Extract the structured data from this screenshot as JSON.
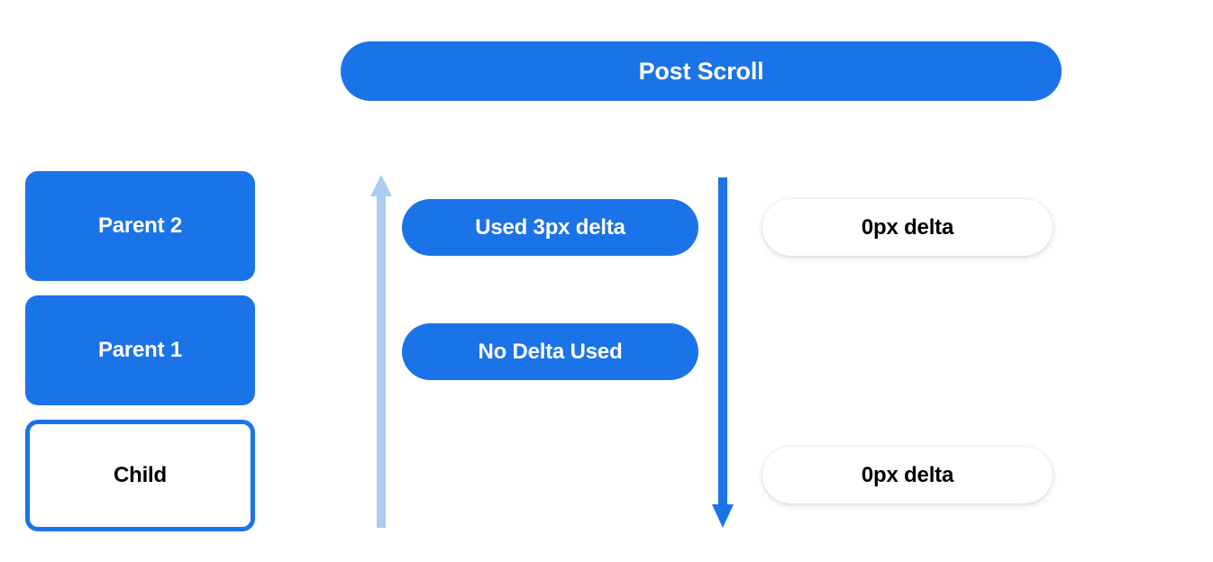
{
  "header": {
    "title": "Post Scroll"
  },
  "colors": {
    "blue": "#1b73e8",
    "light_blue": "#aecbf2",
    "white": "#ffffff",
    "black": "#000000",
    "background": "#ffffff"
  },
  "scroll_stack": {
    "items": [
      {
        "label": "Parent 2",
        "style": "filled"
      },
      {
        "label": "Parent 1",
        "style": "filled"
      },
      {
        "label": "Child",
        "style": "outlined"
      }
    ]
  },
  "delta_labels": [
    {
      "label": "Used 3px delta",
      "style": "blue"
    },
    {
      "label": "No Delta Used",
      "style": "blue"
    }
  ],
  "result_labels": [
    {
      "label": "0px delta",
      "style": "white"
    },
    {
      "label": "0px delta",
      "style": "white"
    }
  ],
  "arrows": [
    {
      "name": "up-arrow",
      "direction": "up",
      "color": "#aecbf2"
    },
    {
      "name": "down-arrow",
      "direction": "down",
      "color": "#1b73e8"
    }
  ]
}
